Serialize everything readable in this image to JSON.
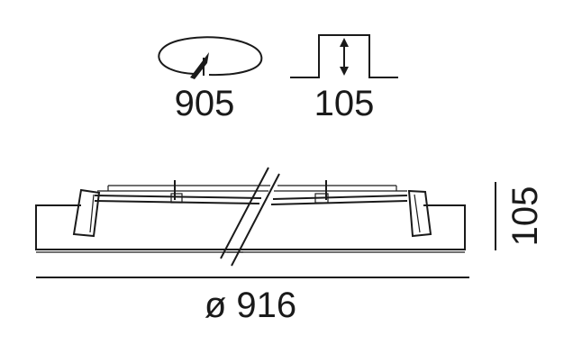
{
  "cutout_dimension": "905",
  "recess_depth": "105",
  "overall_height": "105",
  "overall_diameter": "ø 916",
  "colors": {
    "line": "#1a1a1a",
    "background": "#ffffff"
  },
  "icons": [
    "cutout-circle-icon",
    "recess-depth-icon"
  ]
}
